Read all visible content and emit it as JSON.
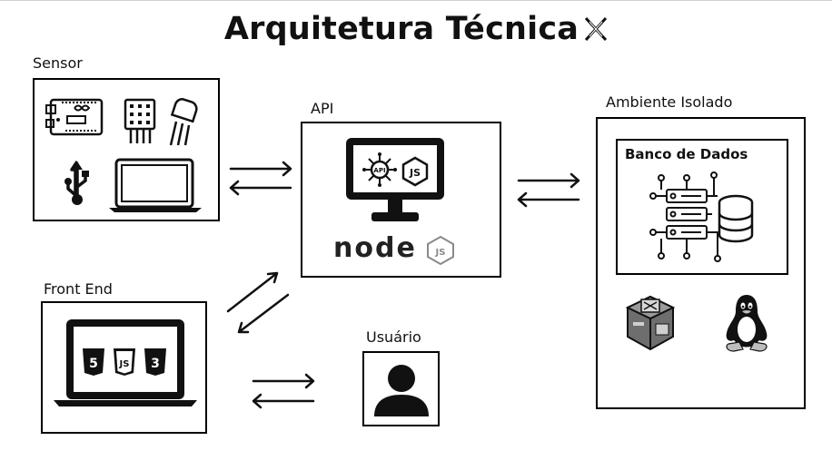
{
  "title": "Arquitetura Técnica",
  "labels": {
    "sensor": "Sensor",
    "api": "API",
    "ambiente": "Ambiente Isolado",
    "banco": "Banco de Dados",
    "frontend": "Front End",
    "usuario": "Usuário"
  },
  "icons": {
    "sensor": [
      "arduino-board-icon",
      "humidity-sensor-icon",
      "transistor-icon",
      "usb-icon",
      "laptop-icon"
    ],
    "api": [
      "monitor-icon",
      "api-gear-icon",
      "nodejs-hex-icon",
      "nodejs-logo"
    ],
    "ambiente": [
      "database-server-icon",
      "virtualbox-icon",
      "linux-tux-icon"
    ],
    "frontend": [
      "laptop-icon",
      "html5-icon",
      "js-icon",
      "css3-icon"
    ],
    "usuario": [
      "user-avatar-icon"
    ]
  },
  "logo_text": {
    "node": "node",
    "js": "JS",
    "api": "API",
    "html": "5",
    "css": "3"
  },
  "colors": {
    "stroke": "#111111",
    "node_gray": "#8a8a8a"
  }
}
